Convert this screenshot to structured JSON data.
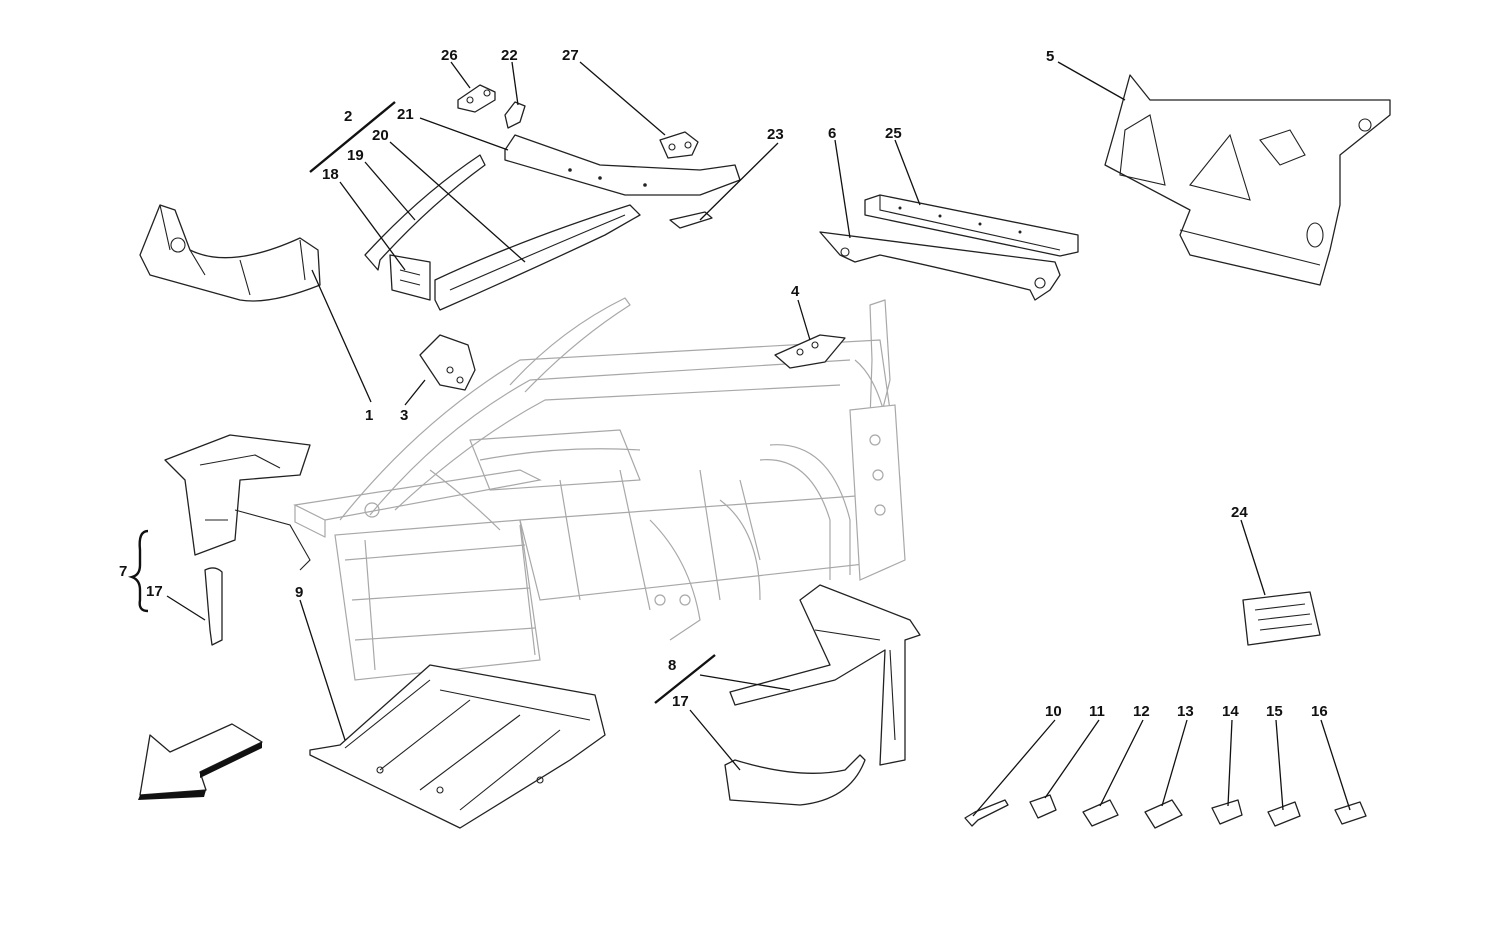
{
  "diagram": {
    "callouts": [
      "1",
      "2",
      "3",
      "4",
      "5",
      "6",
      "7",
      "8",
      "9",
      "10",
      "11",
      "12",
      "13",
      "14",
      "15",
      "16",
      "17",
      "18",
      "19",
      "20",
      "21",
      "22",
      "23",
      "24",
      "25",
      "26",
      "27"
    ]
  },
  "icons": {
    "direction_arrow": "front-direction-arrow-icon",
    "frame": "chassis-frame-icon"
  }
}
